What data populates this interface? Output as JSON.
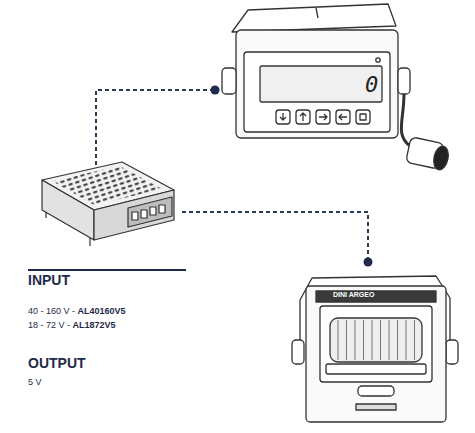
{
  "diagram": {
    "nodes": [
      {
        "text": [
          "INPUT",
          "40 - 160 V - AL40160V5",
          "18 - 72 V - AL1872V5",
          "OUTPUT",
          "5 V"
        ]
      },
      {
        "text": [
          "0"
        ]
      },
      {
        "text": [
          "DINI ARGEO"
        ]
      }
    ],
    "edges": [
      {
        "from": 0,
        "to": 1,
        "arrow": "none"
      },
      {
        "from": 0,
        "to": 2,
        "arrow": "none"
      }
    ]
  }
}
